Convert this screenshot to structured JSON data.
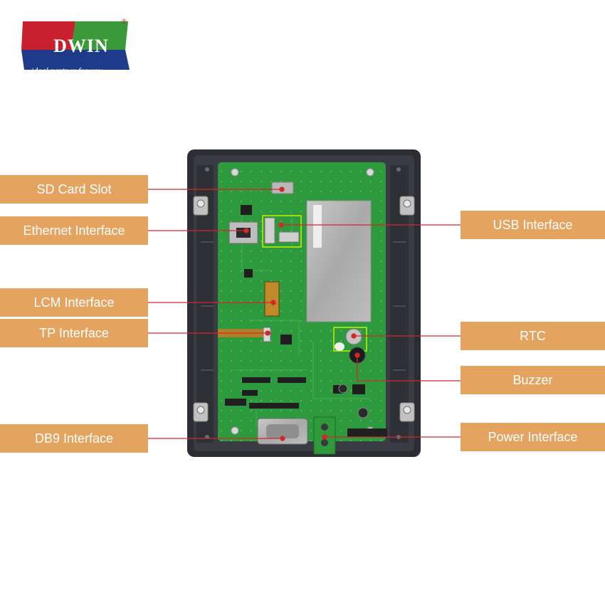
{
  "logo": {
    "brand": "DWIN",
    "registered": "®",
    "tagline": "ideal partner for you",
    "colors": {
      "red": "#c8202e",
      "green": "#3a9a3a",
      "blue": "#1d3b8a"
    }
  },
  "callouts": {
    "left": [
      {
        "id": "sd-card-slot",
        "label": "SD Card Slot"
      },
      {
        "id": "ethernet-interface",
        "label": "Ethernet Interface"
      },
      {
        "id": "lcm-interface",
        "label": "LCM Interface"
      },
      {
        "id": "tp-interface",
        "label": "TP Interface"
      },
      {
        "id": "db9-interface",
        "label": "DB9 Interface"
      }
    ],
    "right": [
      {
        "id": "usb-interface",
        "label": "USB Interface"
      },
      {
        "id": "rtc",
        "label": "RTC"
      },
      {
        "id": "buzzer",
        "label": "Buzzer"
      },
      {
        "id": "power-interface",
        "label": "Power Interface"
      }
    ]
  },
  "colors": {
    "label_bg": "#e5a360",
    "leader_line": "#d4262b",
    "pcb_green": "#2d9a3e",
    "housing": "#2b2d33",
    "highlight": "#c6f000"
  }
}
